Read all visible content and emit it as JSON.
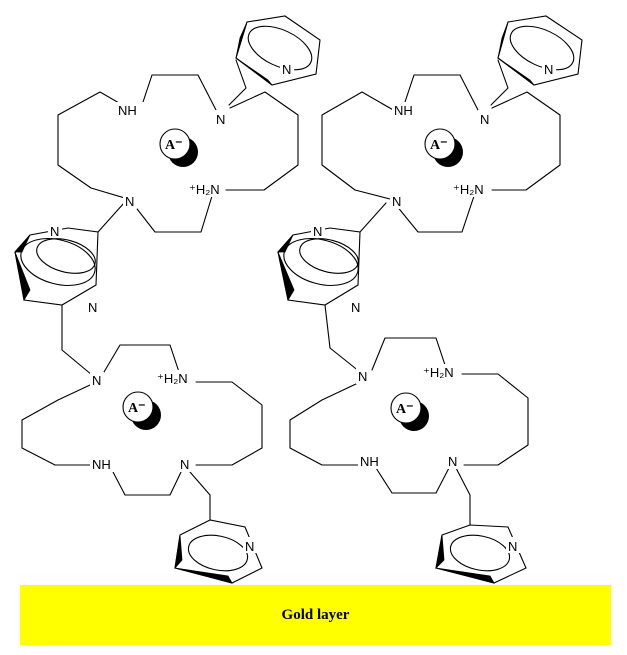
{
  "labels": {
    "nh": "NH",
    "n": "N",
    "ammonium": "⁺H₂N",
    "anion": "A⁻"
  },
  "gold_layer": {
    "label": "Gold layer",
    "color": "#ffff00"
  },
  "units": [
    {
      "name": "unit-top-left",
      "anion": "A⁻",
      "pyridines": 2
    },
    {
      "name": "unit-top-right",
      "anion": "A⁻",
      "pyridines": 2
    },
    {
      "name": "unit-bottom-left",
      "anion": "A⁻",
      "pyridines": 2
    },
    {
      "name": "unit-bottom-right",
      "anion": "A⁻",
      "pyridines": 2
    }
  ]
}
